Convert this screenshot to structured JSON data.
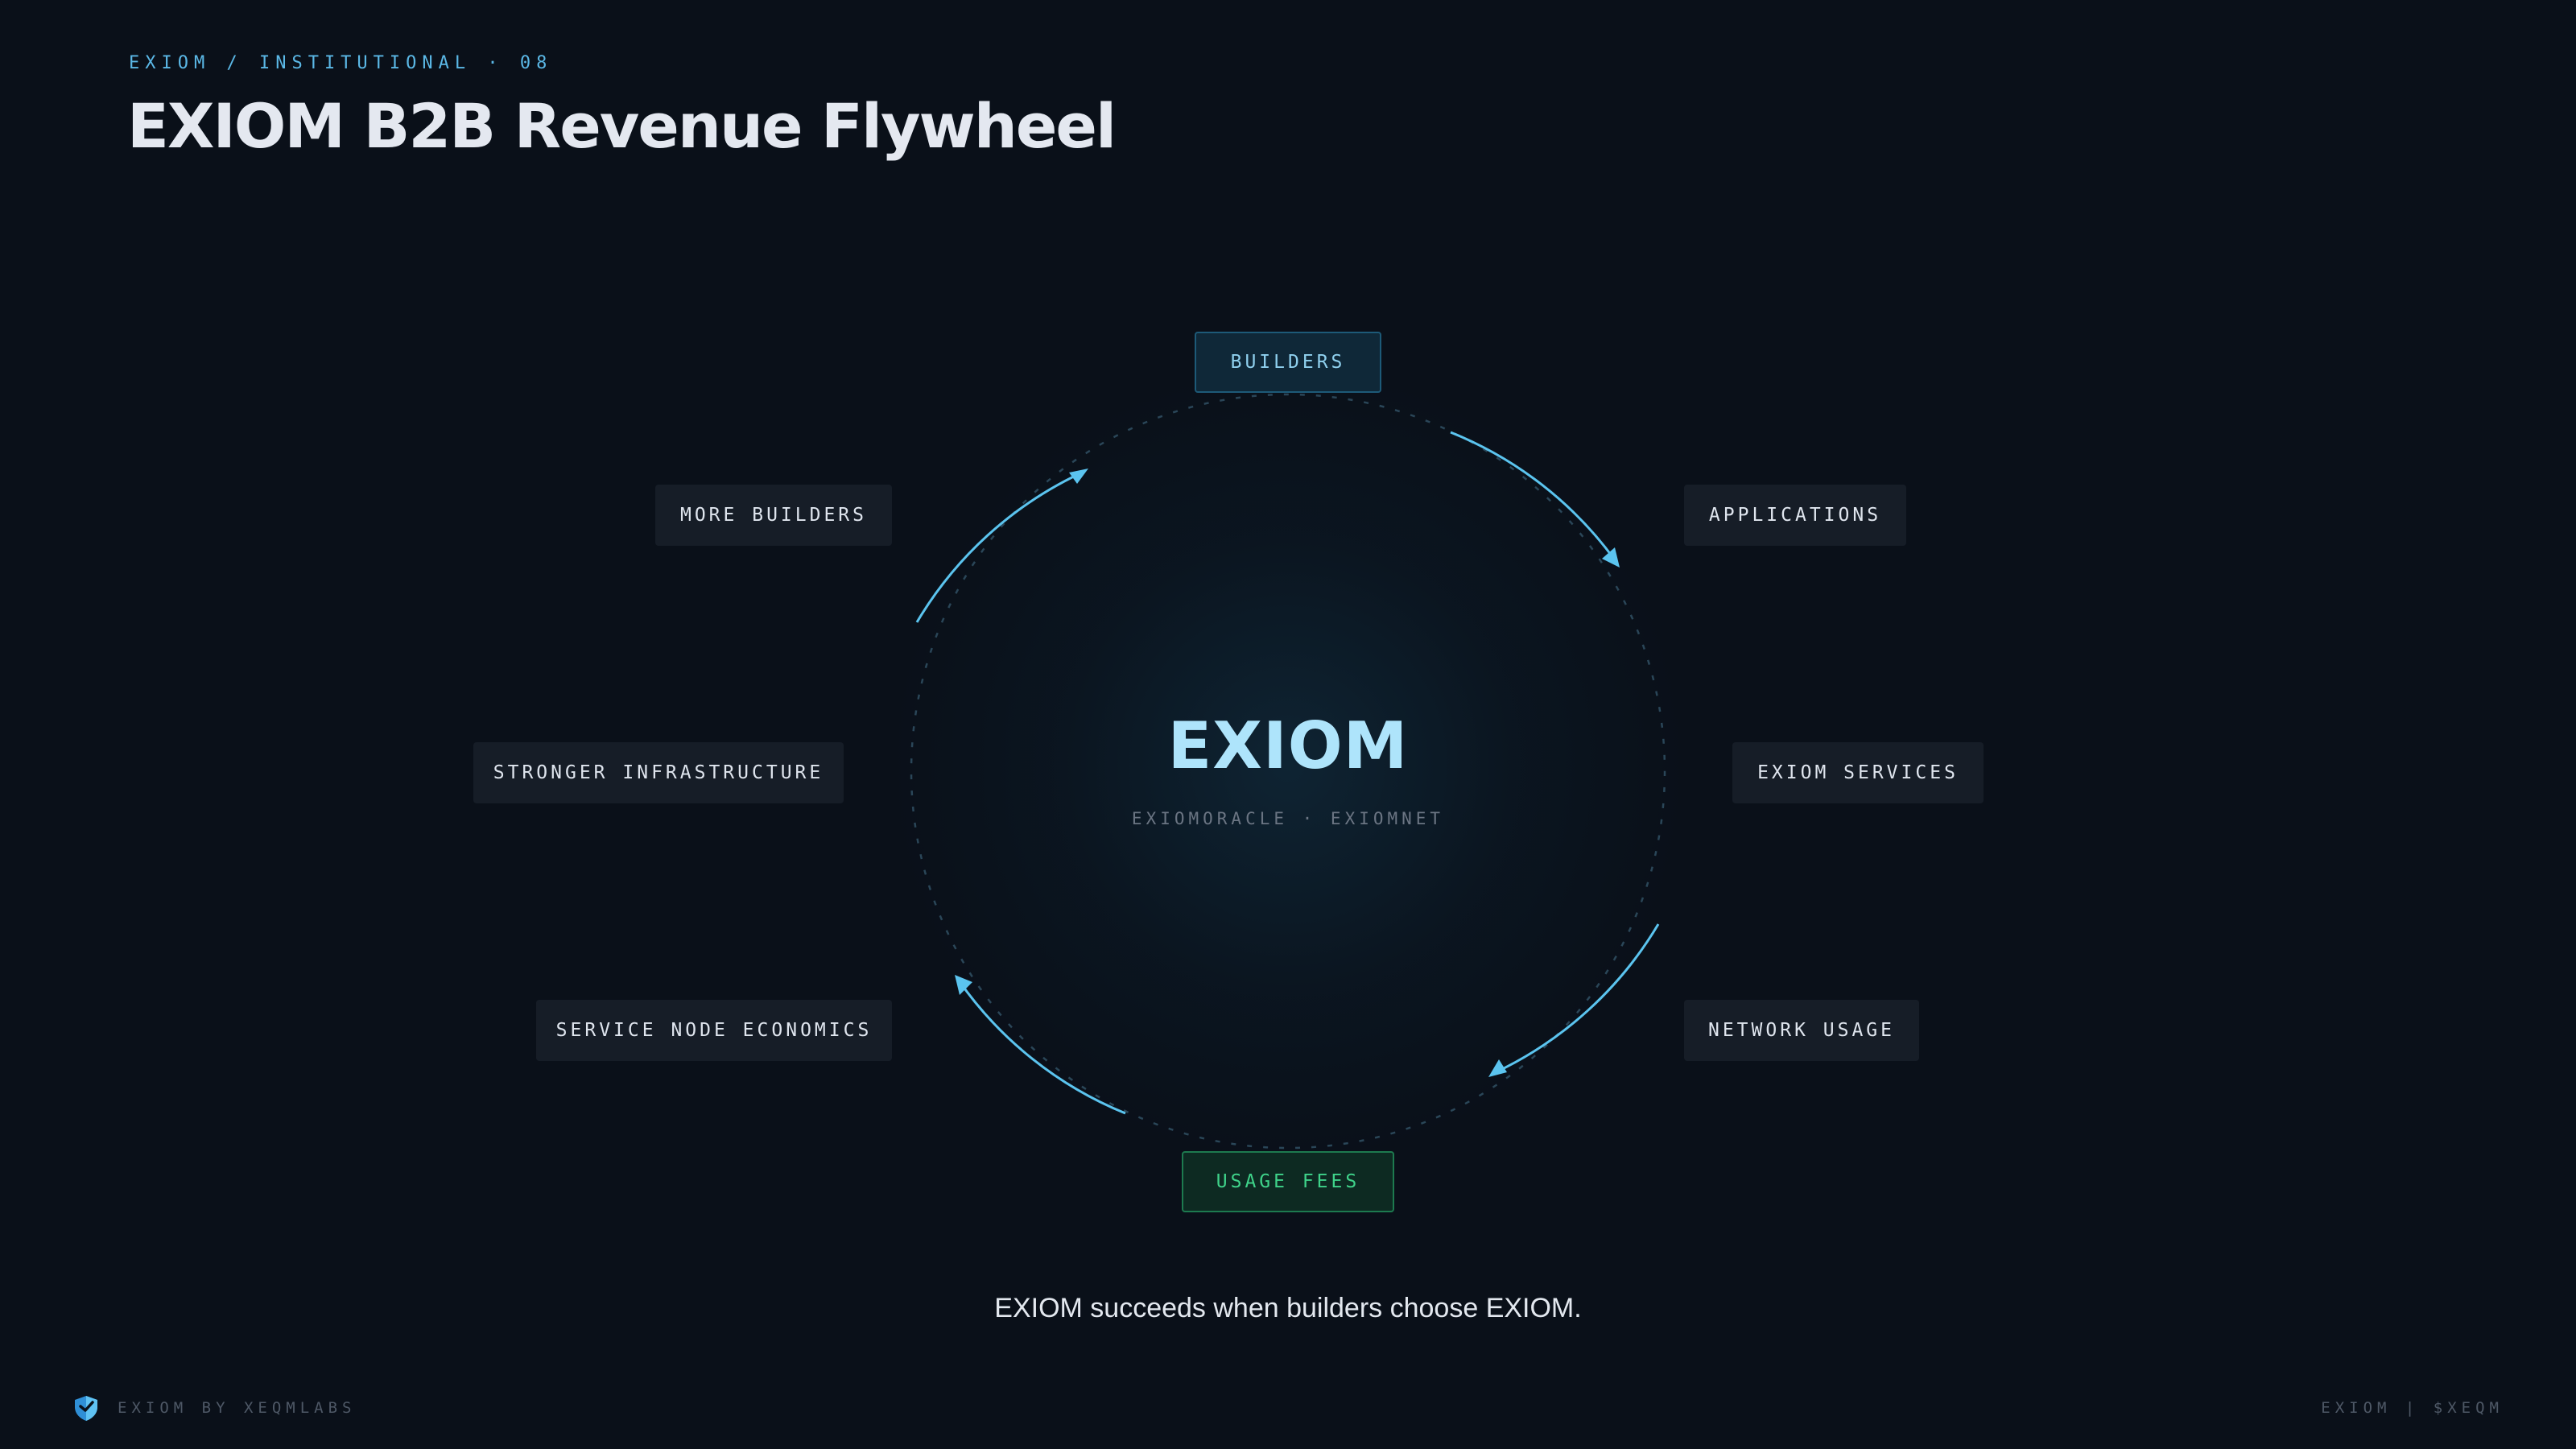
{
  "header": {
    "eyebrow": "EXIOM / INSTITUTIONAL · 08",
    "title": "EXIOM B2B Revenue Flywheel"
  },
  "center": {
    "title": "EXIOM",
    "subtitle": "EXIOMORACLE · EXIOMNET"
  },
  "nodes": {
    "builders": "BUILDERS",
    "applications": "APPLICATIONS",
    "exiom_services": "EXIOM SERVICES",
    "network_usage": "NETWORK USAGE",
    "usage_fees": "USAGE FEES",
    "service_node_economics": "SERVICE NODE ECONOMICS",
    "stronger_infrastructure": "STRONGER INFRASTRUCTURE",
    "more_builders": "MORE BUILDERS"
  },
  "tagline": "EXIOM succeeds when builders choose EXIOM.",
  "footer": {
    "brand": "EXIOM BY XEQMLABS",
    "right": "EXIOM | $XEQM"
  },
  "colors": {
    "background": "#0a1019",
    "accent": "#5bc4ef",
    "fees_green": "#3fd38a"
  }
}
